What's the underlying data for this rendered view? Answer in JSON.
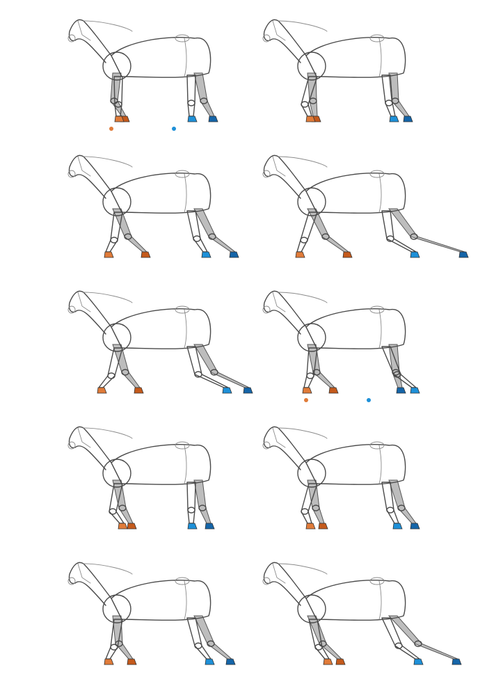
{
  "sheet": {
    "description_visible_text": "",
    "colors": {
      "line": "#4a4a4a",
      "shade": "#bdbdbd",
      "front_hoof": "#e07b39",
      "front_hoof_dark": "#c45a1c",
      "hind_hoof": "#1e90d8",
      "hind_hoof_dark": "#1565a8"
    },
    "frames": [
      {
        "id": 1,
        "markers": [
          "front",
          "hind"
        ]
      },
      {
        "id": 2,
        "markers": []
      },
      {
        "id": 3,
        "markers": []
      },
      {
        "id": 4,
        "markers": []
      },
      {
        "id": 5,
        "markers": []
      },
      {
        "id": 6,
        "markers": [
          "front",
          "hind"
        ]
      },
      {
        "id": 7,
        "markers": []
      },
      {
        "id": 8,
        "markers": []
      },
      {
        "id": 9,
        "markers": []
      },
      {
        "id": 10,
        "markers": []
      }
    ]
  }
}
